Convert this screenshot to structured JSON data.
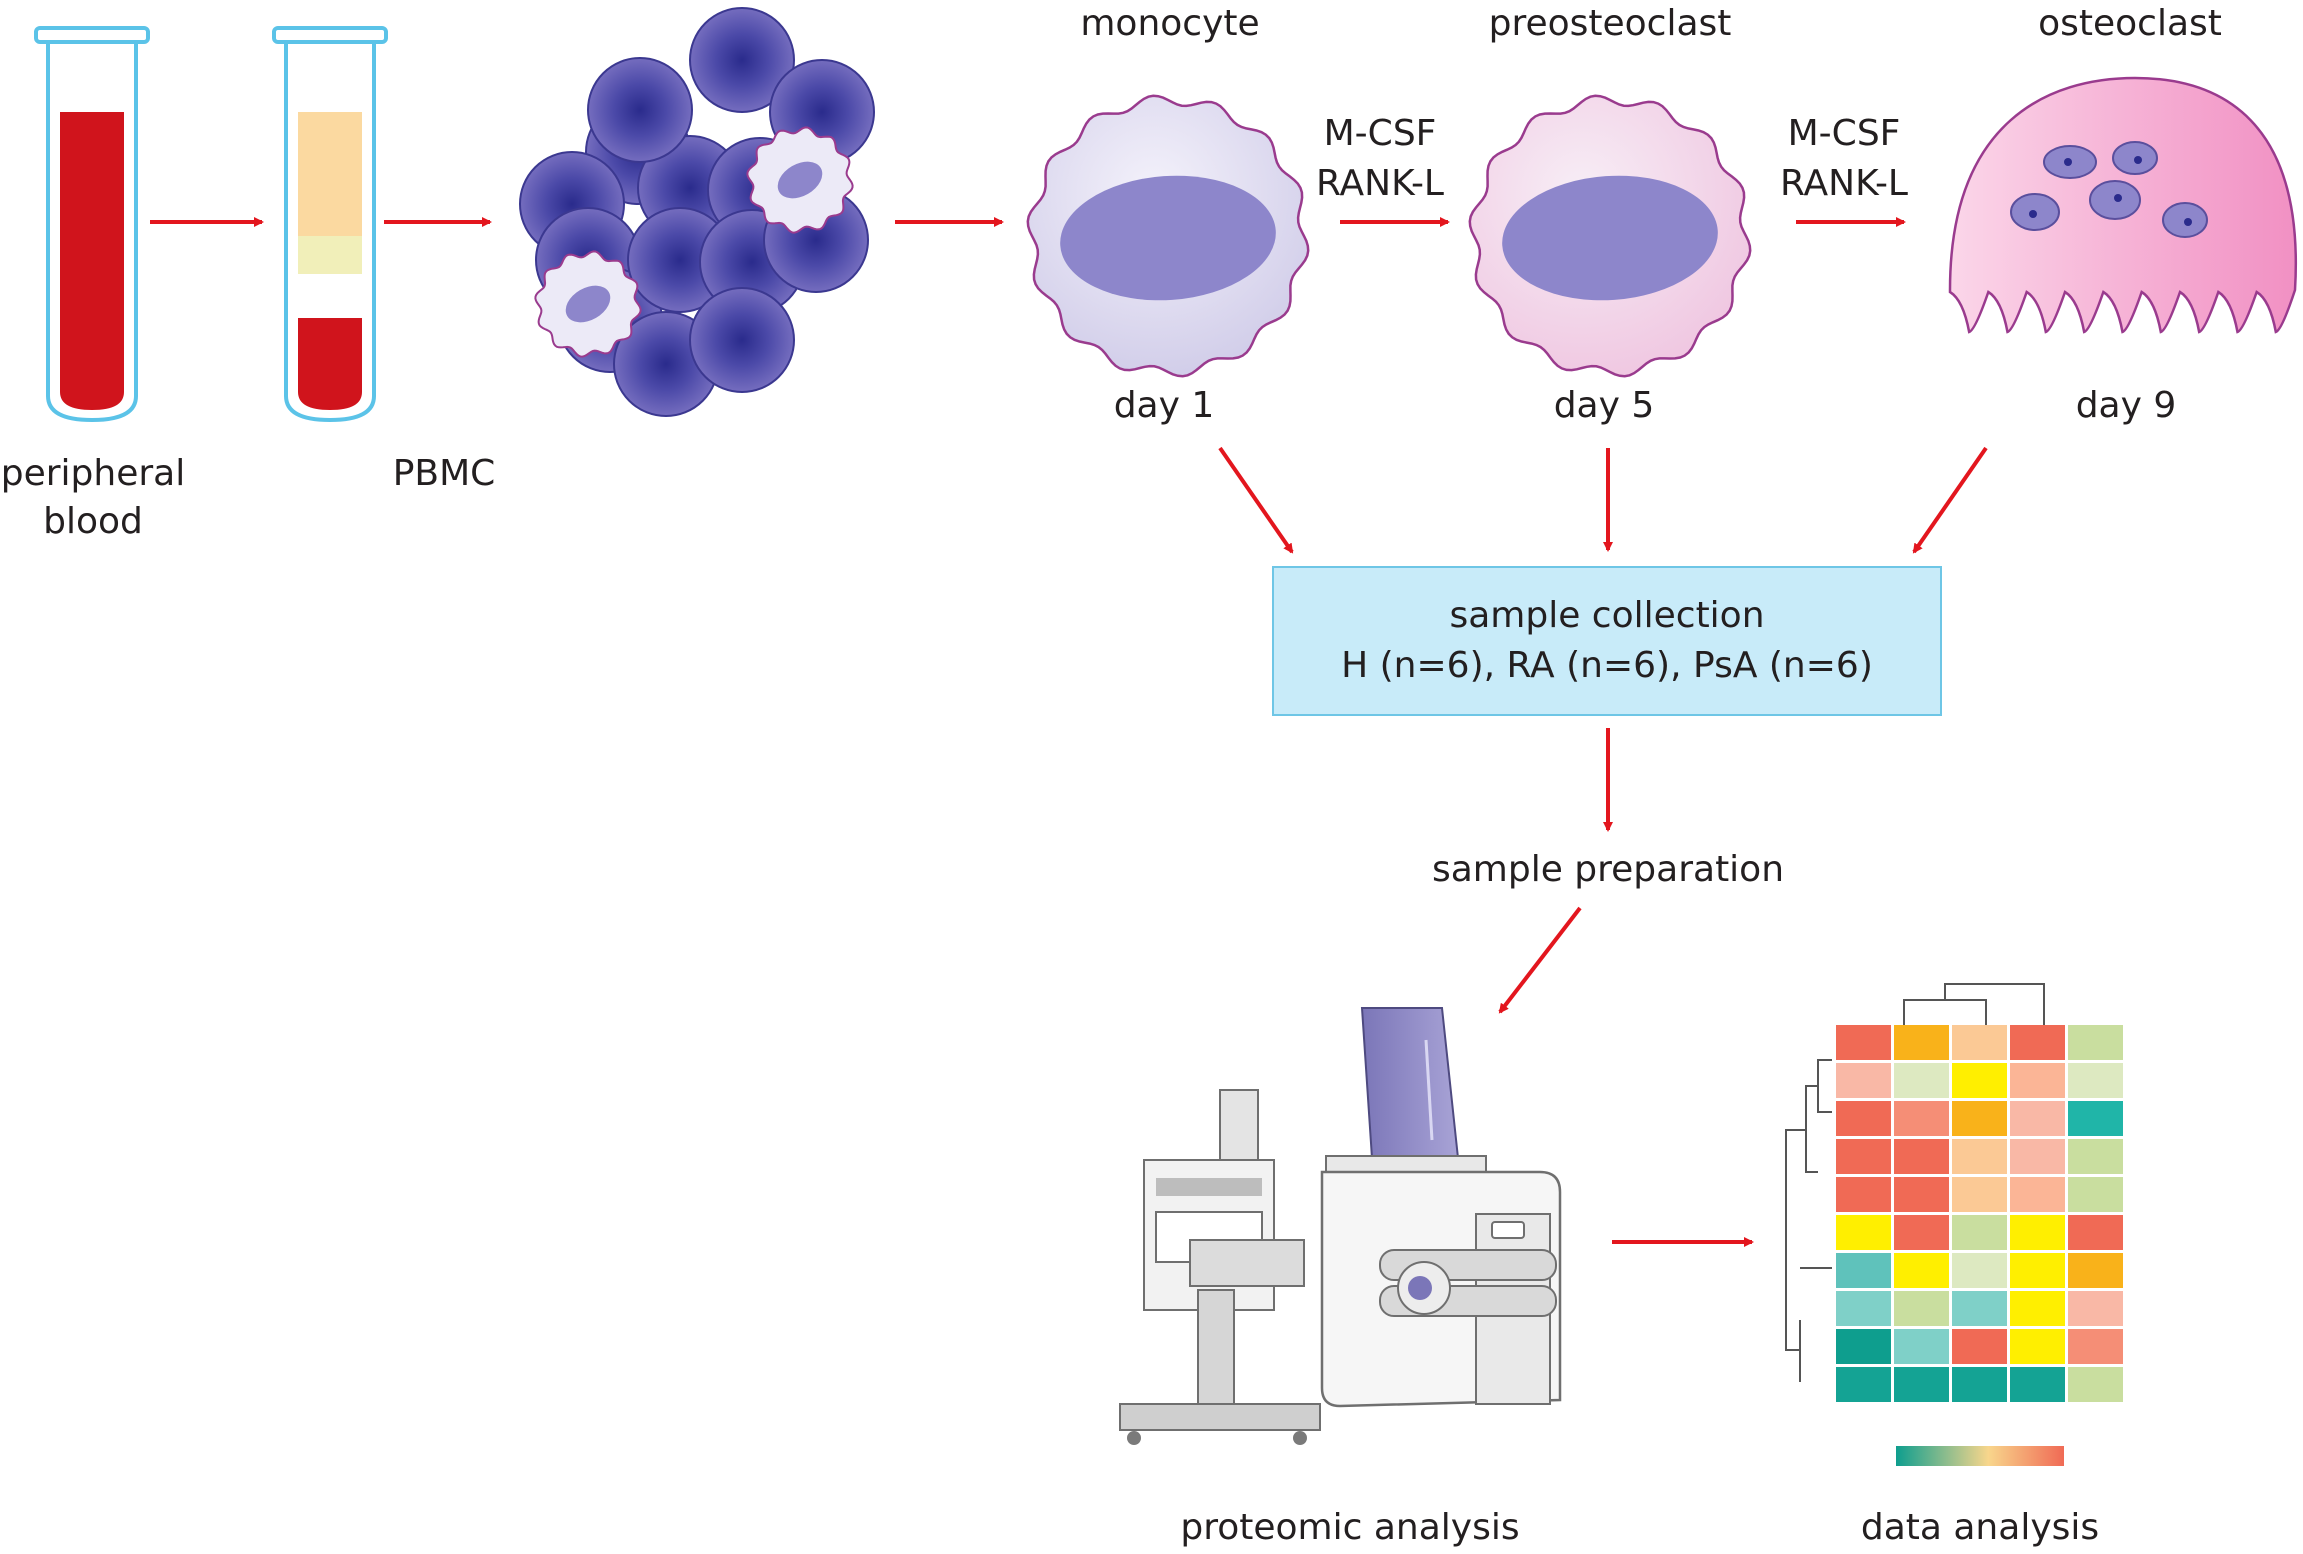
{
  "labels": {
    "peripheral_blood": [
      "peripheral",
      "blood"
    ],
    "pbmc": "PBMC",
    "monocyte": "monocyte",
    "preosteoclast": "preosteoclast",
    "osteoclast": "osteoclast",
    "day1": "day 1",
    "day5": "day 5",
    "day9": "day 9",
    "mcsf_1": "M-CSF",
    "rankl_1": "RANK-L",
    "mcsf_2": "M-CSF",
    "rankl_2": "RANK-L",
    "sample_preparation": "sample preparation",
    "proteomic_analysis": "proteomic analysis",
    "data_analysis": "data analysis"
  },
  "collection_box": {
    "title": "sample collection",
    "groups": "H (n=6), RA (n=6), PsA (n=6)"
  },
  "colors": {
    "arrow": "#e3161e",
    "blood": "#d0141c",
    "box_fill": "#c8ebf9",
    "cell_purple": "#6a60b5"
  },
  "heatmap": {
    "cells": [
      [
        "#f06a55",
        "#f9b21a",
        "#fbc995",
        "#f06a55",
        "#c9de9f"
      ],
      [
        "#f9b8a6",
        "#dde9c1",
        "#ffef00",
        "#fbb596",
        "#dde9c1"
      ],
      [
        "#f06a55",
        "#f58e76",
        "#f9b21a",
        "#f9b8a6",
        "#20b5a8"
      ],
      [
        "#f06a55",
        "#f06a55",
        "#fbc995",
        "#f9b8a6",
        "#c9de9f"
      ],
      [
        "#f06a55",
        "#f06a55",
        "#fbc995",
        "#fbb596",
        "#c9de9f"
      ],
      [
        "#ffef00",
        "#f06a55",
        "#c9de9f",
        "#ffef00",
        "#f06a55"
      ],
      [
        "#5fc2bb",
        "#ffef00",
        "#dde9c1",
        "#ffef00",
        "#f9b21a"
      ],
      [
        "#7fd0c8",
        "#c9de9f",
        "#7fd0c8",
        "#ffef00",
        "#f9b8a6"
      ],
      [
        "#0e9e8e",
        "#7fd0c8",
        "#f06a55",
        "#ffef00",
        "#f58e76"
      ],
      [
        "#14a394",
        "#14a394",
        "#14a394",
        "#14a394",
        "#c9de9f"
      ]
    ],
    "colorbar": [
      "#0e9e8e",
      "#f8d68c",
      "#f06a55"
    ]
  }
}
